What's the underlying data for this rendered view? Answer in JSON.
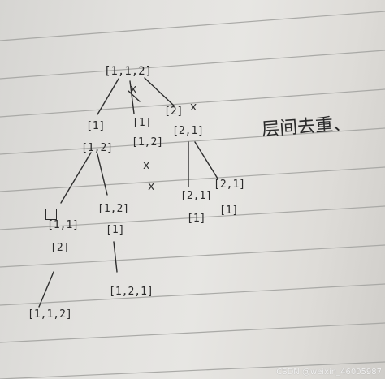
{
  "tree": {
    "root": "[1,1,2]",
    "level1": [
      "[1]",
      "[1]",
      "[2]"
    ],
    "level2": [
      "[1,2]",
      "[1,2]",
      "[2,1]"
    ],
    "level3": [
      "[1,1]",
      "[1,2]",
      "[2,1]",
      "[2,1]"
    ],
    "level4": [
      "[2]",
      "[1]",
      "[1]",
      "[1]"
    ],
    "level5": [
      "[1,2,1]",
      "[1,1,2]"
    ],
    "marks": [
      "x",
      "x",
      "x",
      "x"
    ]
  },
  "note": "层间去重、",
  "watermark": "CSDN @weixin_46005987"
}
